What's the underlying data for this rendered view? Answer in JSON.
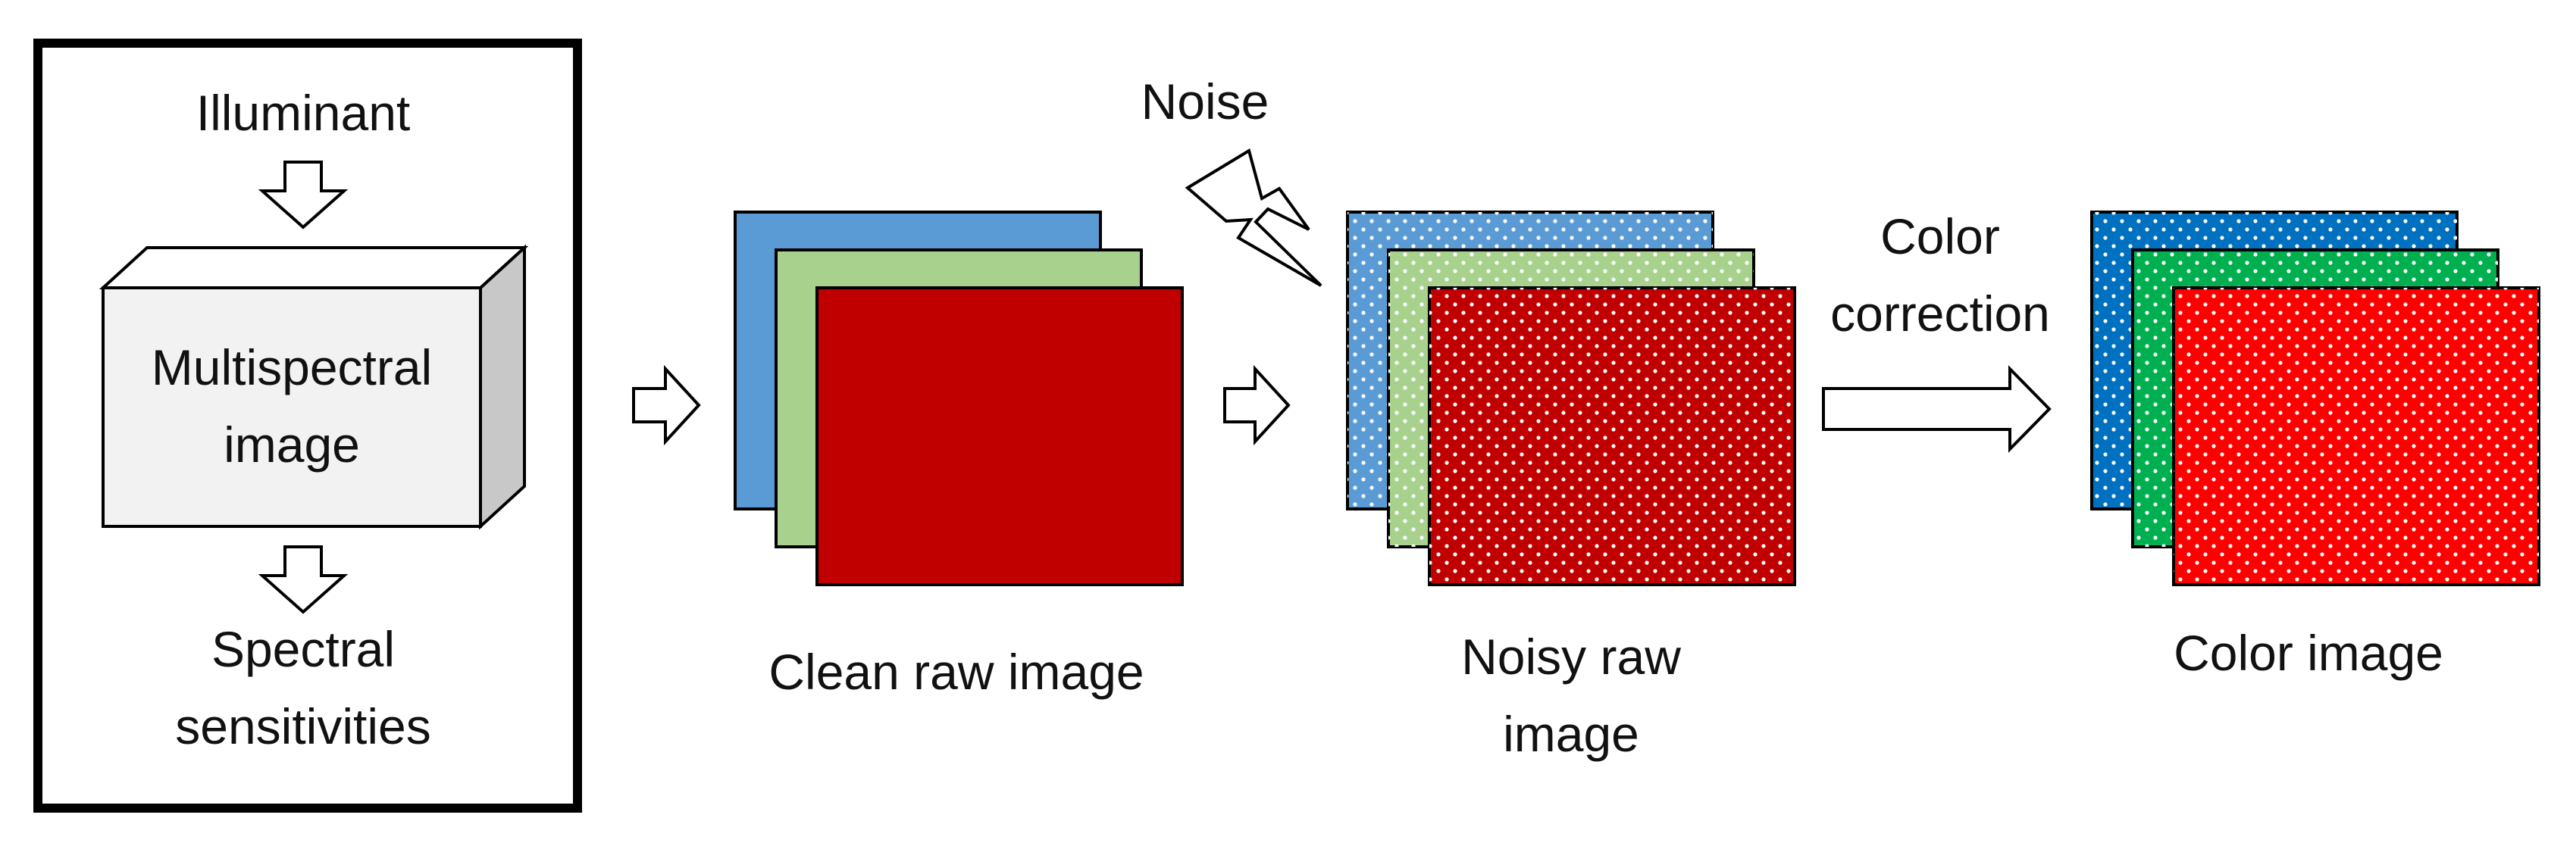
{
  "labels": {
    "illuminant": "Illuminant",
    "multispectral_line1": "Multispectral",
    "multispectral_line2": "image",
    "spectral_line1": "Spectral",
    "spectral_line2": "sensitivities",
    "noise": "Noise",
    "clean_raw": "Clean raw image",
    "noisy_raw_line1": "Noisy raw",
    "noisy_raw_line2": "image",
    "color_correction_line1": "Color",
    "color_correction_line2": "correction",
    "color_image": "Color image"
  },
  "colors": {
    "clean_blue": "#5b9bd5",
    "clean_green": "#a9d18e",
    "clean_red": "#c00000",
    "noisy_blue": "#5b9bd5",
    "noisy_green": "#a9d18e",
    "noisy_red": "#c00000",
    "color_blue": "#0070c0",
    "color_green": "#00b050",
    "color_red": "#ff0000",
    "cube_front": "#f2f2f2",
    "cube_side": "#c8c8c8",
    "outline": "#000000"
  }
}
